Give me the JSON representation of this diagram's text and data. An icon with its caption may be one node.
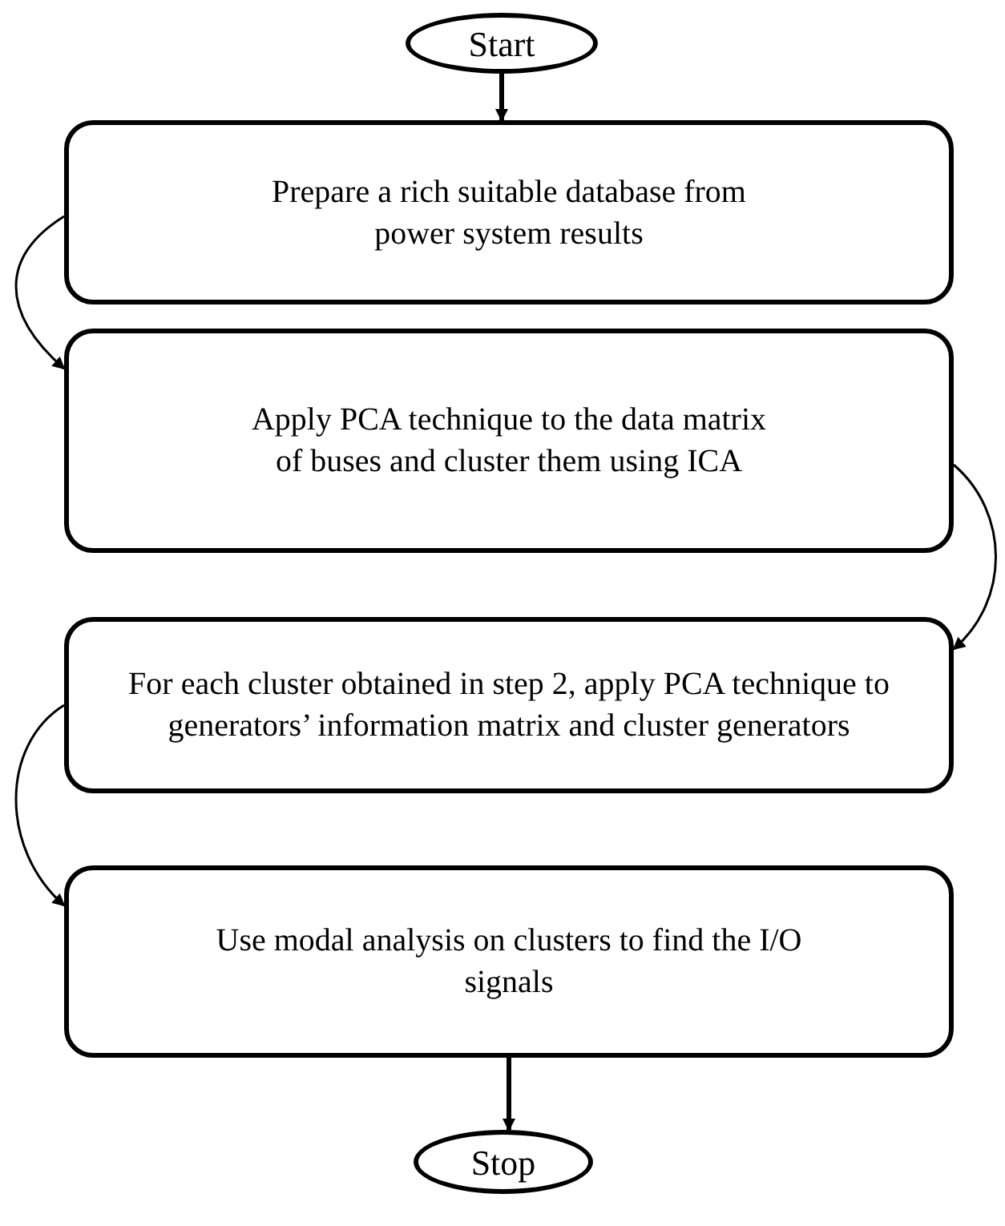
{
  "diagram": {
    "nodes": [
      {
        "text": [
          "Start"
        ]
      },
      {
        "text": [
          "Prepare a rich suitable database from power system results"
        ]
      },
      {
        "text": [
          "Apply PCA technique to the data matrix of buses and cluster them using ICA"
        ]
      },
      {
        "text": [
          "For each cluster obtained in step 2, apply PCA technique to generators’ information matrix and cluster generators"
        ]
      },
      {
        "text": [
          "Use modal analysis on clusters to find the I/O signals"
        ]
      },
      {
        "text": [
          "Stop"
        ]
      }
    ],
    "edges": [
      {
        "from": 0,
        "to": 1,
        "arrow": "to",
        "style": "thick"
      },
      {
        "from": 1,
        "to": 2,
        "arrow": "to"
      },
      {
        "from": 2,
        "to": 3,
        "arrow": "to"
      },
      {
        "from": 3,
        "to": 4,
        "arrow": "to"
      },
      {
        "from": 4,
        "to": 5,
        "arrow": "to",
        "style": "thick"
      }
    ]
  }
}
